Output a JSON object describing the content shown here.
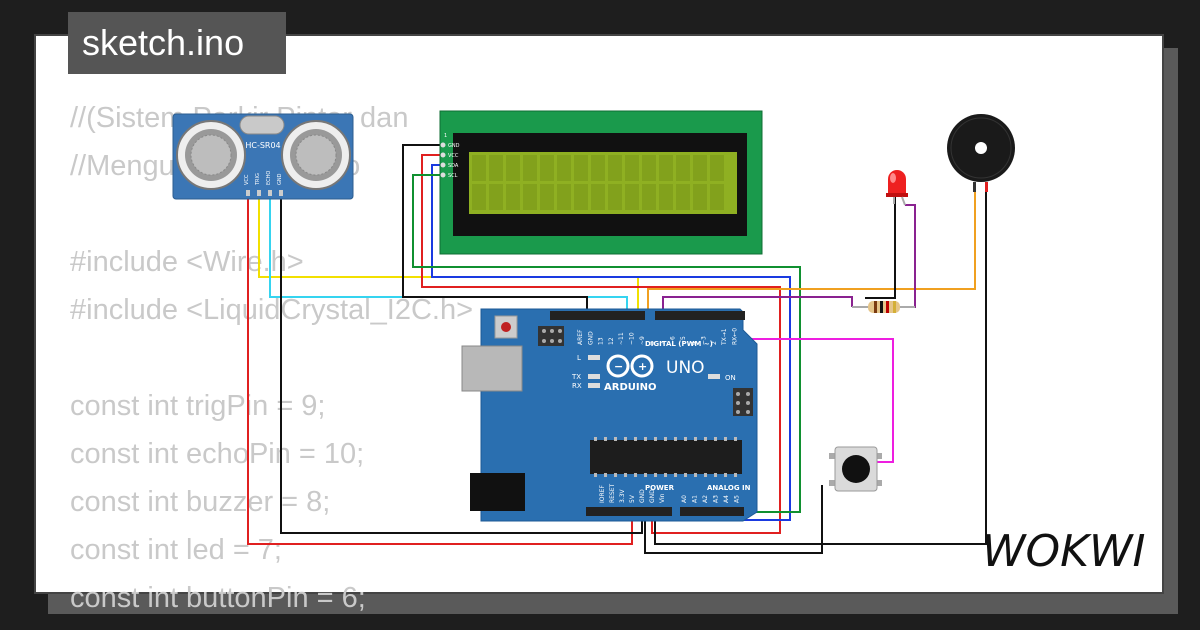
{
  "tab_title": "sketch.ino",
  "code_lines": [
    "//(Sistem Parkir Pintar dan",
    "//Mengunakan Arduino",
    "",
    "#include <Wire.h>",
    "#include <LiquidCrystal_I2C.h>",
    "",
    "const int trigPin = 9;",
    "const int echoPin = 10;",
    "const int buzzer = 8;",
    "const int led = 7;",
    "const int buttonPin = 6;"
  ],
  "sensor": {
    "model": "HC-SR04",
    "pins": [
      "VCC",
      "TRIG",
      "ECHO",
      "GND"
    ]
  },
  "lcd": {
    "pin_one": "1",
    "pins": [
      "GND",
      "VCC",
      "SDA",
      "SCL"
    ]
  },
  "arduino": {
    "brand": "ARDUINO",
    "model": "UNO",
    "digital_label": "DIGITAL (PWM ~)",
    "power_label": "POWER",
    "analog_label": "ANALOG IN",
    "on_label": "ON",
    "l_label": "L",
    "tx_label": "TX",
    "rx_label": "RX",
    "digital_pins": [
      "AREF",
      "GND",
      "13",
      "12",
      "~11",
      "~10",
      "~9",
      "8",
      "7",
      "~6",
      "~5",
      "4",
      "~3",
      "2",
      "TX→1",
      "RX←0"
    ],
    "power_pins": [
      "IOREF",
      "RESET",
      "3.3V",
      "5V",
      "GND",
      "GND",
      "Vin"
    ],
    "analog_pins": [
      "A0",
      "A1",
      "A2",
      "A3",
      "A4",
      "A5"
    ]
  },
  "brand_logo": "WOKWI",
  "colors": {
    "board": "#2a6fb0",
    "lcd_frame": "#1a9a4c",
    "lcd_screen": "#8fb022",
    "wire_red": "#e02020",
    "wire_black": "#111111",
    "wire_yellow": "#f2e000",
    "wire_cyan": "#35d4f0",
    "wire_green": "#109030",
    "wire_blue": "#1a3ae0",
    "wire_orange": "#f0a020",
    "wire_purple": "#8a2290",
    "wire_magenta": "#ee1ee0"
  }
}
